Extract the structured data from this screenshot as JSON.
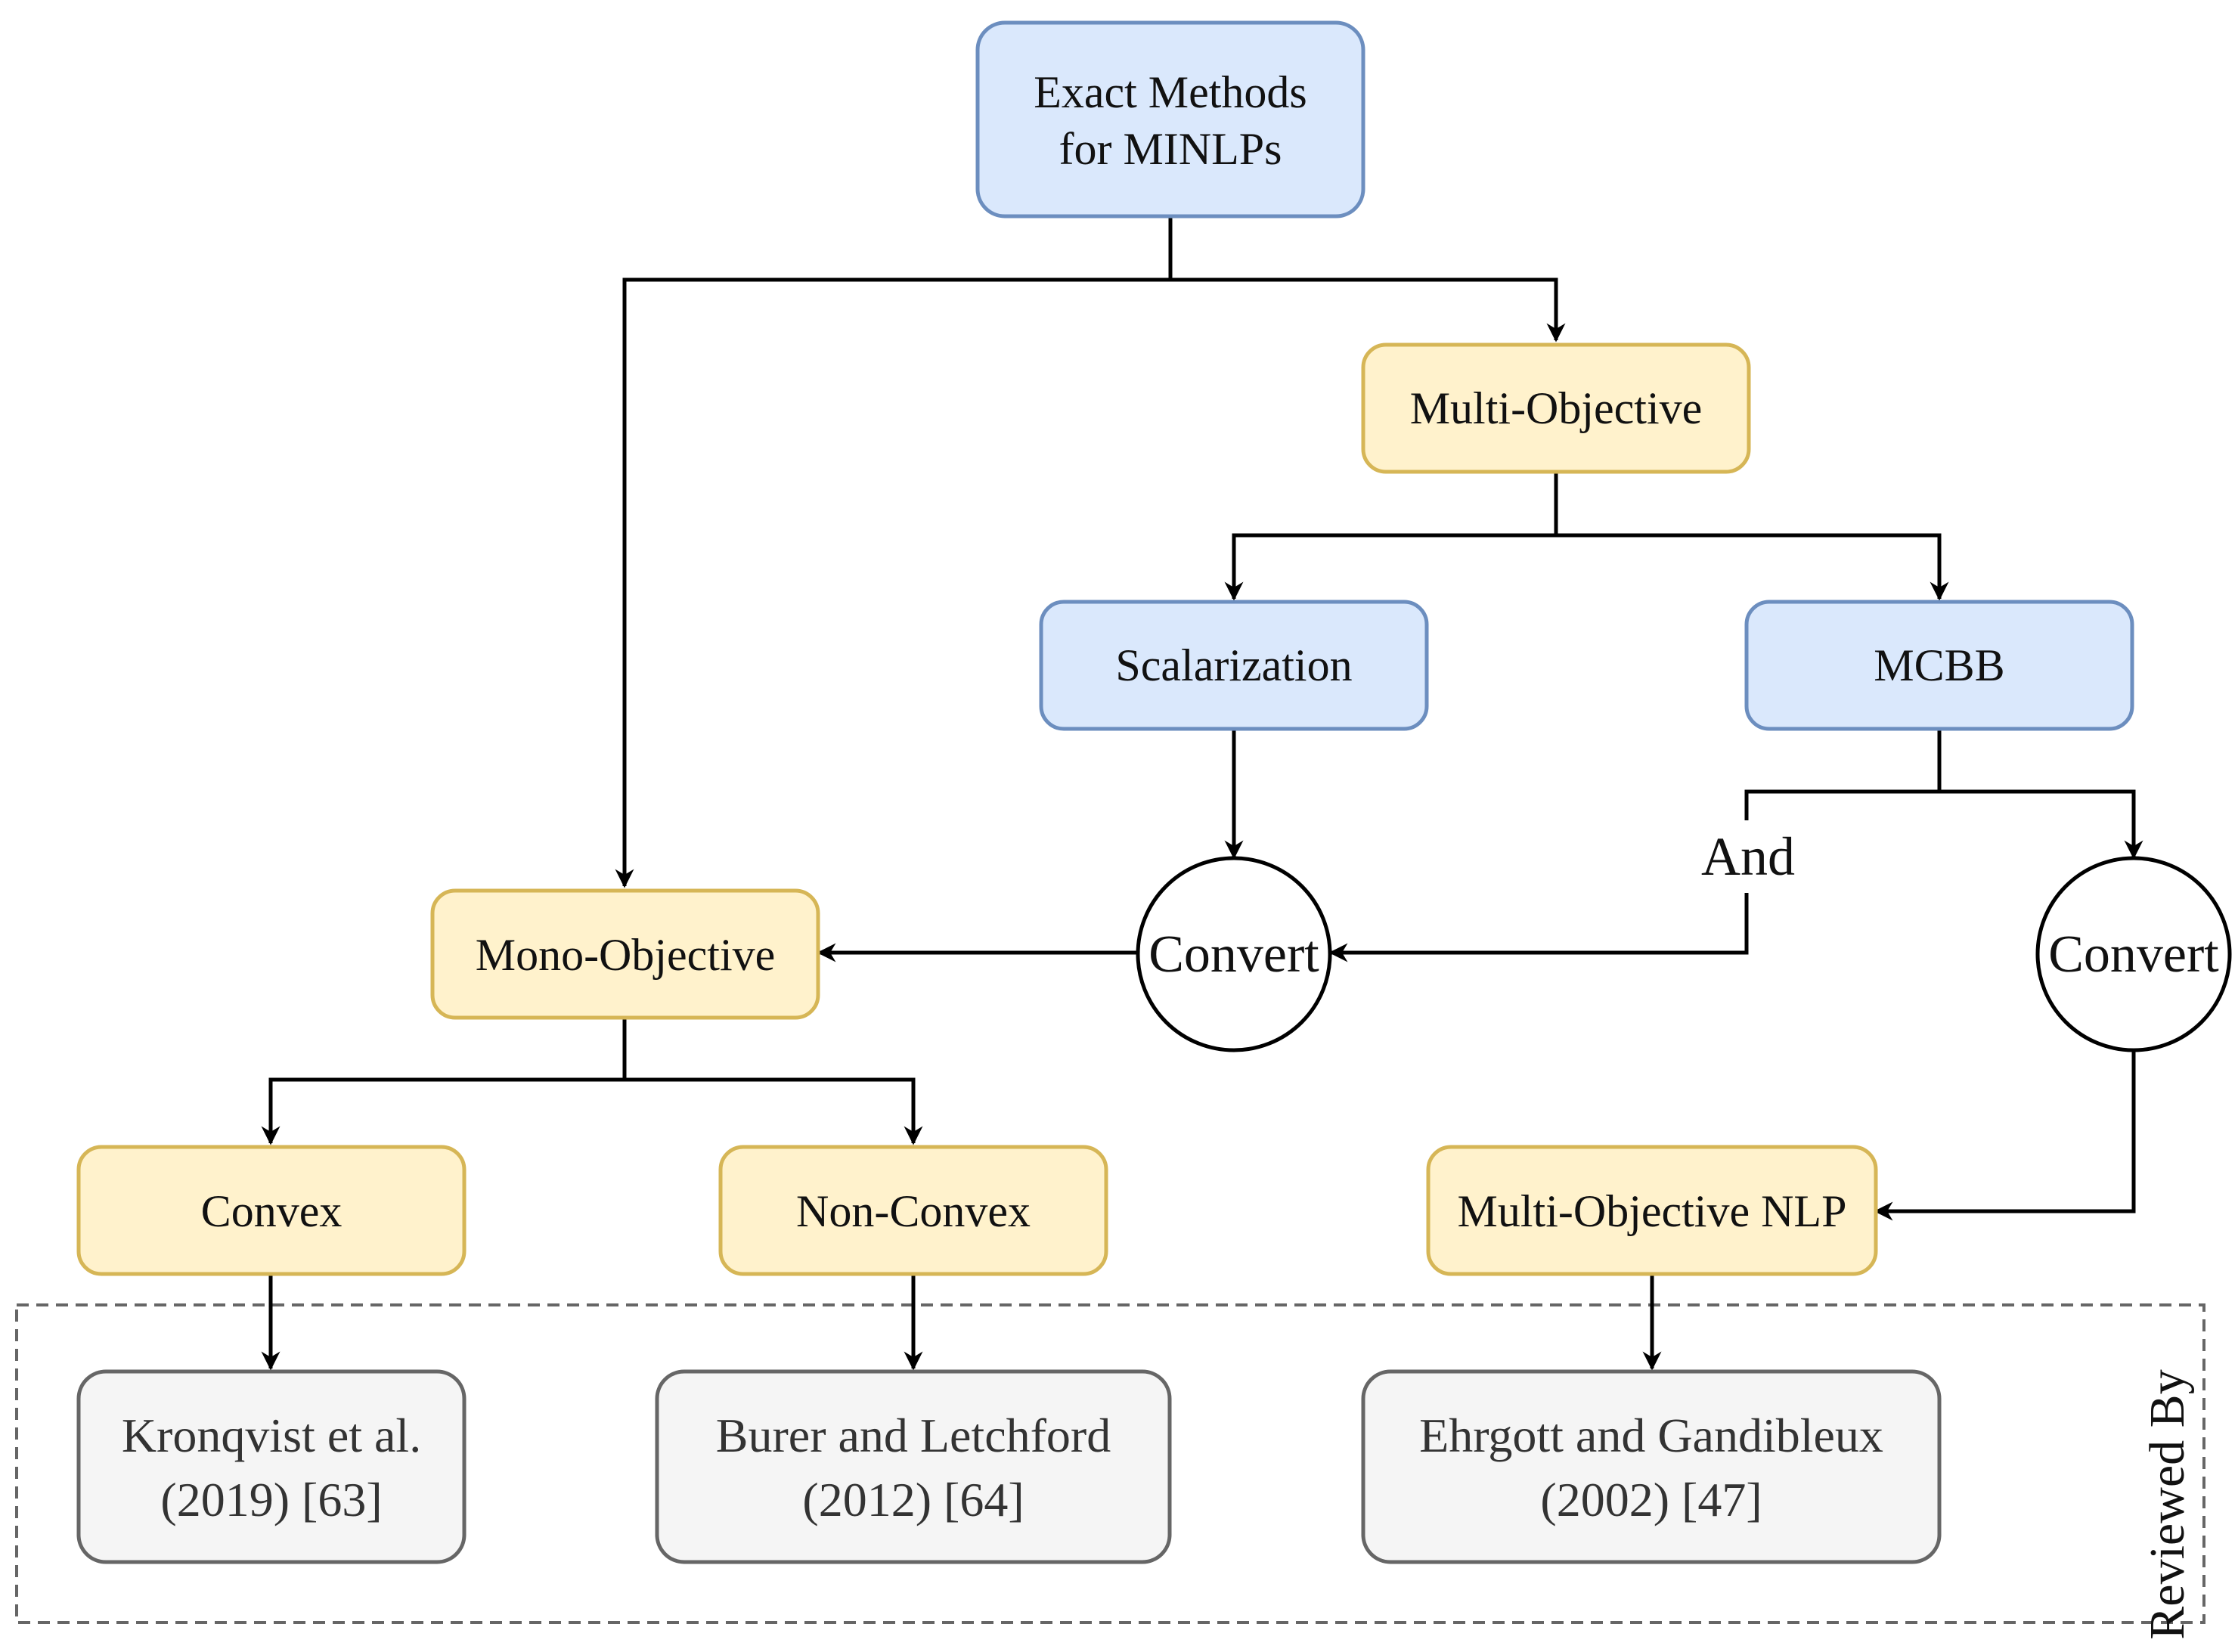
{
  "nodes": {
    "root": {
      "line1": "Exact Methods",
      "line2": "for MINLPs"
    },
    "multi_objective": {
      "label": "Multi-Objective"
    },
    "scalarization": {
      "label": "Scalarization"
    },
    "mcbb": {
      "label": "MCBB"
    },
    "convert_left": {
      "label": "Convert"
    },
    "convert_right": {
      "label": "Convert"
    },
    "mono_objective": {
      "label": "Mono-Objective"
    },
    "convex": {
      "label": "Convex"
    },
    "non_convex": {
      "label": "Non-Convex"
    },
    "multi_objective_nlp": {
      "label": "Multi-Objective NLP"
    }
  },
  "edge_labels": {
    "and": "And"
  },
  "reviewed_by": {
    "title": "Reviewed By",
    "refs": [
      {
        "line1": "Kronqvist et al.",
        "line2": "(2019) [63]"
      },
      {
        "line1": "Burer and Letchford",
        "line2": "(2012) [64]"
      },
      {
        "line1": "Ehrgott and Gandibleux",
        "line2": "(2002) [47]"
      }
    ]
  },
  "colors": {
    "blue_fill": "#dae8fc",
    "blue_stroke": "#6c8ebf",
    "yellow_fill": "#fff2cc",
    "yellow_stroke": "#d6b656",
    "gray_fill": "#f5f5f5",
    "gray_stroke": "#666666",
    "line": "#000000"
  }
}
